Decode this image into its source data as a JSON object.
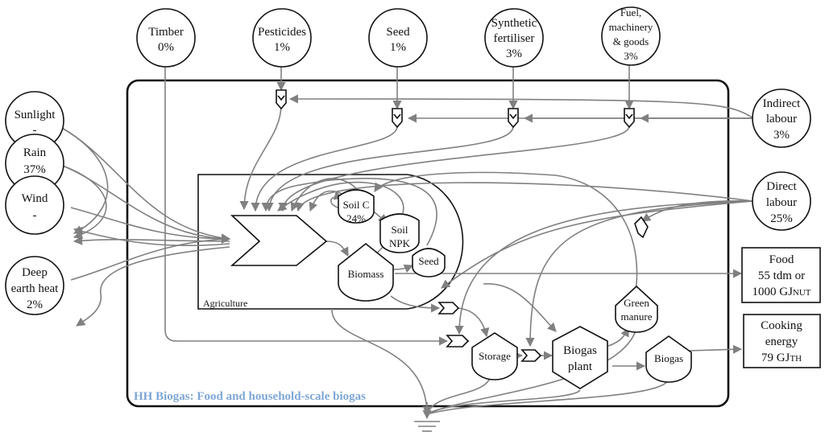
{
  "system": {
    "title": "HH Biogas: Food and household-scale biogas",
    "title_color": "#7ea6d6",
    "subsystem_label": "Agriculture"
  },
  "sources": {
    "timber": [
      "Timber",
      "0%"
    ],
    "pesticides": [
      "Pesticides",
      "1%"
    ],
    "seed": [
      "Seed",
      "1%"
    ],
    "synthetic_fertiliser": [
      "Synthetic",
      "fertiliser",
      "3%"
    ],
    "fuel_machinery_goods": [
      "Fuel,",
      "machinery",
      "& goods",
      "3%"
    ],
    "indirect_labour": [
      "Indirect",
      "labour",
      "3%"
    ],
    "direct_labour": [
      "Direct",
      "labour",
      "25%"
    ],
    "sunlight": [
      "Sunlight",
      "-"
    ],
    "rain": [
      "Rain",
      "37%"
    ],
    "wind": [
      "Wind",
      "-"
    ],
    "deep_earth_heat": [
      "Deep",
      "earth heat",
      "2%"
    ]
  },
  "storages": {
    "soil_c": [
      "Soil C",
      "24%"
    ],
    "soil_npk": [
      "Soil",
      "NPK"
    ],
    "seed": [
      "Seed"
    ],
    "biomass": [
      "Biomass"
    ],
    "green_manure": [
      "Green",
      "manure"
    ],
    "storage": [
      "Storage"
    ],
    "biogas": [
      "Biogas"
    ]
  },
  "processes": {
    "biogas_plant": [
      "Biogas",
      "plant"
    ]
  },
  "outputs": {
    "food": {
      "line1": "Food",
      "line2": "55 tdm or",
      "line3_value": "1000 GJ",
      "line3_unit": "NUT"
    },
    "cooking_energy": {
      "line1": "Cooking",
      "line2": "energy",
      "line3_value": "79 GJ",
      "line3_unit": "TH"
    }
  },
  "colors": {
    "flow": "#808080",
    "outline": "#111111"
  }
}
